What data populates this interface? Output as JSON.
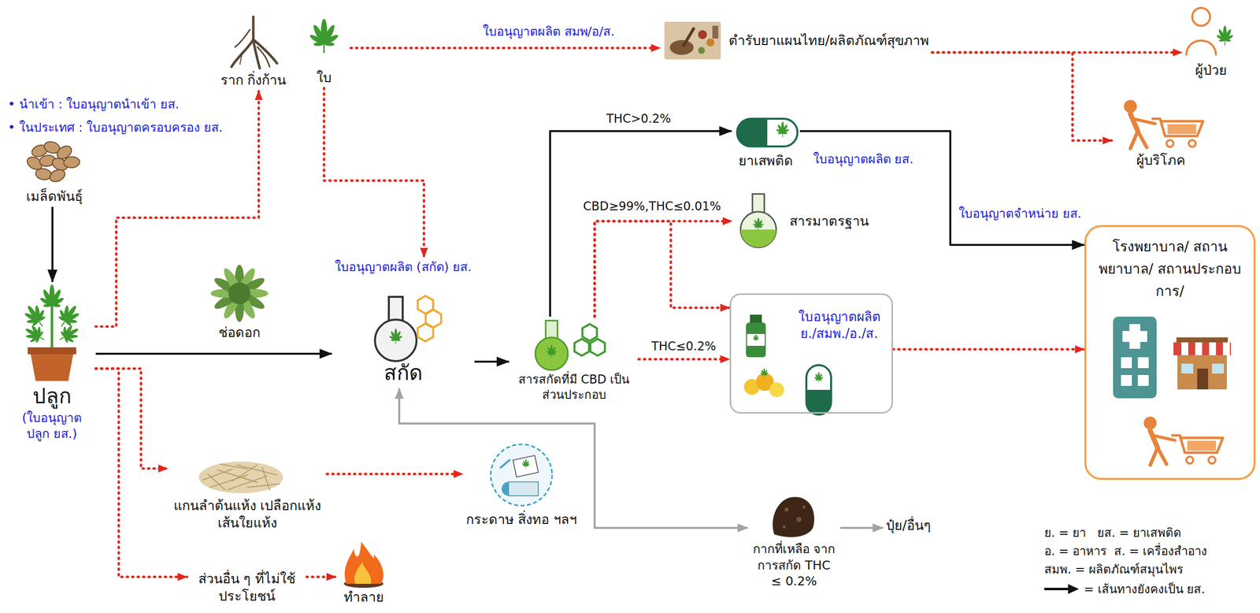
{
  "diagram": {
    "nodes": [
      {
        "text": [
          "ราก กิ่งก้าน"
        ]
      },
      {
        "text": [
          "ใบ"
        ]
      },
      {
        "text": [
          "ตำรับยาแผนไทย/ผลิตภัณฑ์สุขภาพ"
        ]
      },
      {
        "text": [
          "ผู้ป่วย"
        ]
      },
      {
        "text": [
          "ผู้บริโภค"
        ]
      },
      {
        "text": [
          "เมล็ดพันธุ์"
        ]
      },
      {
        "text": [
          "ยาเสพติด"
        ]
      },
      {
        "text": [
          "สารมาตรฐาน"
        ]
      },
      {
        "text": [
          "ปลูก",
          "(ใบอนุญาต ปลูก ยส.)"
        ]
      },
      {
        "text": [
          "ช่อดอก"
        ]
      },
      {
        "text": [
          "ใบอนุญาตผลิต (สกัด) ยส.",
          "สกัด"
        ]
      },
      {
        "text": [
          "สารสกัดที่มี CBD เป็นส่วนประกอบ"
        ]
      },
      {
        "text": [
          "ใบอนุญาตผลิต ย./สมพ./อ./ส."
        ]
      },
      {
        "text": [
          "โรงพยาบาล/ สถานพยาบาล/ สถานประกอบการ/"
        ]
      },
      {
        "text": [
          "แกนลำต้นแห้ง เปลือกแห้ง เส้นใยแห้ง"
        ]
      },
      {
        "text": [
          "กระดาษ สิ่งทอ ฯลฯ"
        ]
      },
      {
        "text": [
          "กากที่เหลือ จากการสกัด THC ≤ 0.2%"
        ]
      },
      {
        "text": [
          "ปุ๋ย/อื่นๆ"
        ]
      },
      {
        "text": [
          "ส่วนอื่น ๆ ที่ไม่ใช้ประโยชน์"
        ]
      },
      {
        "text": [
          "ทำลาย"
        ]
      }
    ],
    "edges": [
      {
        "from": 5,
        "to": 8,
        "arrow": "to"
      },
      {
        "from": 8,
        "to": 0,
        "arrow": "to"
      },
      {
        "from": 1,
        "to": 2,
        "arrow": "to",
        "label": "ใบอนุญาตผลิต สมพ/อ/ส."
      },
      {
        "from": 2,
        "to": 3,
        "arrow": "to"
      },
      {
        "from": 2,
        "to": 4,
        "arrow": "to"
      },
      {
        "from": 1,
        "to": 10,
        "arrow": "to"
      },
      {
        "from": 8,
        "to": 10,
        "arrow": "to"
      },
      {
        "from": 10,
        "to": 11,
        "arrow": "to"
      },
      {
        "from": 11,
        "to": 6,
        "arrow": "to",
        "label": "THC>0.2%"
      },
      {
        "from": 11,
        "to": 7,
        "arrow": "to",
        "label": "CBD≥99%,THC≤0.01%"
      },
      {
        "from": 11,
        "to": 12,
        "arrow": "to"
      },
      {
        "from": 11,
        "to": 12,
        "arrow": "to",
        "label": "THC≤0.2%"
      },
      {
        "from": 6,
        "to": 13,
        "arrow": "to",
        "label": "ใบอนุญาตจำหน่าย ยส."
      },
      {
        "from": 12,
        "to": 13,
        "arrow": "to"
      },
      {
        "from": 8,
        "to": 14,
        "arrow": "to"
      },
      {
        "from": 8,
        "to": 18,
        "arrow": "to"
      },
      {
        "from": 14,
        "to": 15,
        "arrow": "to"
      },
      {
        "from": 18,
        "to": 19,
        "arrow": "to"
      },
      {
        "from": 10,
        "to": 16,
        "arrow": "both"
      },
      {
        "from": 16,
        "to": 17,
        "arrow": "to"
      }
    ],
    "labels": [
      "• นำเข้า : ใบอนุญาตนำเข้า ยส.",
      "• ในประเทศ : ใบอนุญาตครอบครอง ยส.",
      "ใบอนุญาตผลิต ยส.",
      "ย. = ยา   ยส. = ยาเสพติด",
      "อ. = อาหาร  ส. = เครื่องสำอาง",
      "สมพ. = ผลิตภัณฑ์สมุนไพร"
    ],
    "legend": [
      {
        "text": "= เส้นทางยังคงเป็น ยส."
      }
    ]
  }
}
